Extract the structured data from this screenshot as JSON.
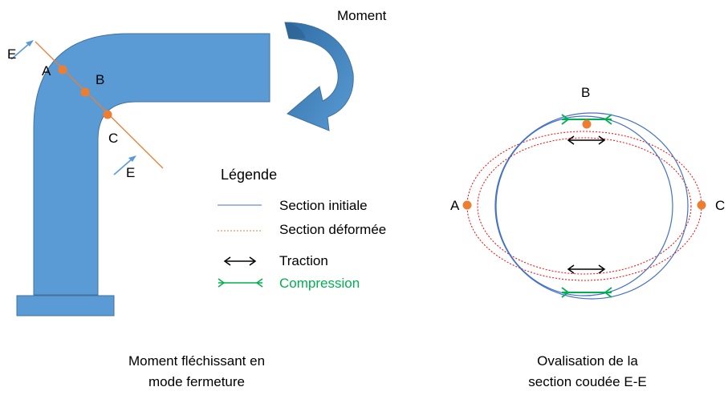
{
  "labels": {
    "moment": "Moment",
    "pipe_a": "A",
    "pipe_b": "B",
    "pipe_c": "C",
    "pipe_e_top": "E",
    "pipe_e_bottom": "E",
    "oval_a": "A",
    "oval_b": "B",
    "oval_c": "C"
  },
  "legend": {
    "title": "Légende",
    "initial": "Section initiale",
    "deformed": "Section déformée",
    "traction": "Traction",
    "compression": "Compression"
  },
  "captions": {
    "left_line1": "Moment fléchissant en",
    "left_line2": "mode fermeture",
    "right_line1": "Ovalisation de la",
    "right_line2": "section coudée E-E"
  },
  "colors": {
    "pipe_fill": "#5B9BD5",
    "pipe_stroke": "#41719C",
    "section_line": "#ED7D31",
    "marker": "#ED7D31",
    "initial_section": "#4472C4",
    "deformed_section": "#FF0000",
    "compression": "#00B050",
    "traction": "#000000"
  }
}
